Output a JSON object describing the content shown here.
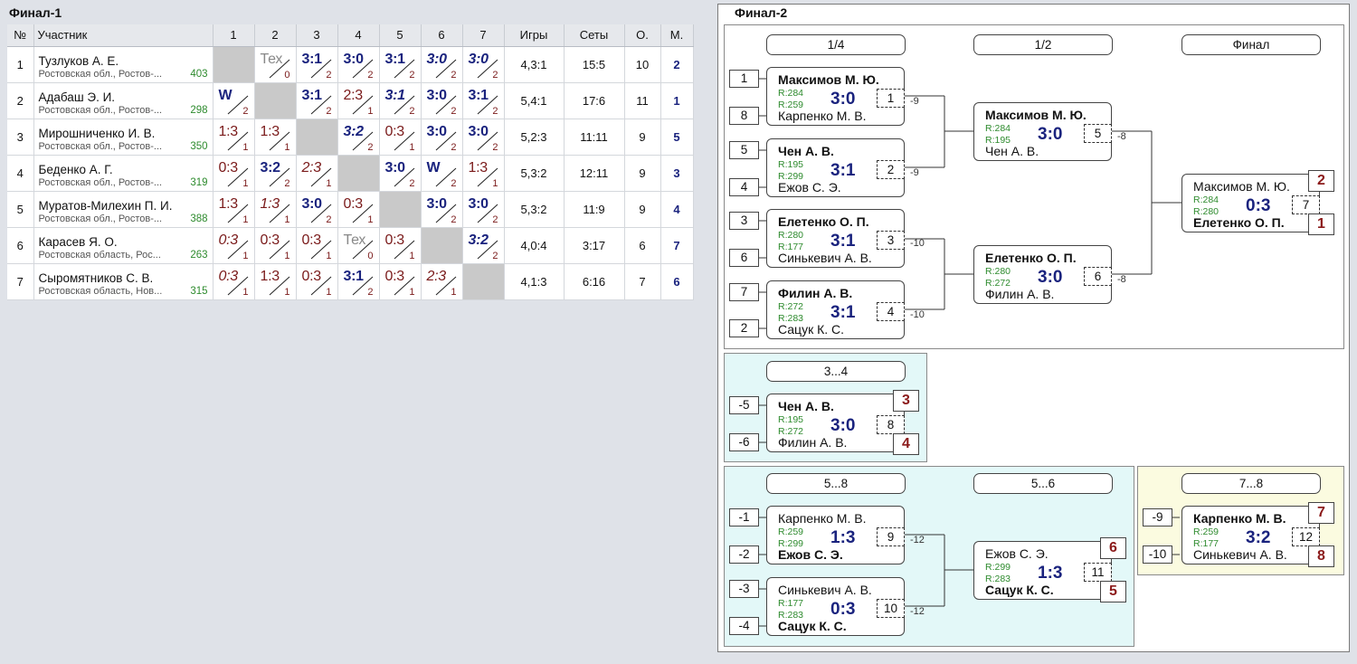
{
  "final1": {
    "title": "Финал-1",
    "headers": [
      "№",
      "Участник",
      "1",
      "2",
      "3",
      "4",
      "5",
      "6",
      "7",
      "Игры",
      "Сеты",
      "О.",
      "М."
    ],
    "rows": [
      {
        "num": "1",
        "name": "Тузлуков А. Е.",
        "region": "Ростовская обл., Ростов-...",
        "rating": "403",
        "cells": [
          null,
          {
            "s": "Тех",
            "p": "0",
            "t": "tech"
          },
          {
            "s": "3:1",
            "p": "2",
            "t": "win"
          },
          {
            "s": "3:0",
            "p": "2",
            "t": "win"
          },
          {
            "s": "3:1",
            "p": "2",
            "t": "win"
          },
          {
            "s": "3:0",
            "p": "2",
            "t": "win it"
          },
          {
            "s": "3:0",
            "p": "2",
            "t": "win it"
          }
        ],
        "games": "4,3:1",
        "sets": "15:5",
        "points": "10",
        "place": "2"
      },
      {
        "num": "2",
        "name": "Адабаш Э. И.",
        "region": "Ростовская обл., Ростов-...",
        "rating": "298",
        "cells": [
          {
            "s": "W",
            "p": "2",
            "t": "win"
          },
          null,
          {
            "s": "3:1",
            "p": "2",
            "t": "win"
          },
          {
            "s": "2:3",
            "p": "1",
            "t": "loss"
          },
          {
            "s": "3:1",
            "p": "2",
            "t": "win it"
          },
          {
            "s": "3:0",
            "p": "2",
            "t": "win"
          },
          {
            "s": "3:1",
            "p": "2",
            "t": "win"
          }
        ],
        "games": "5,4:1",
        "sets": "17:6",
        "points": "11",
        "place": "1"
      },
      {
        "num": "3",
        "name": "Мирошниченко И. В.",
        "region": "Ростовская обл., Ростов-...",
        "rating": "350",
        "cells": [
          {
            "s": "1:3",
            "p": "1",
            "t": "loss"
          },
          {
            "s": "1:3",
            "p": "1",
            "t": "loss"
          },
          null,
          {
            "s": "3:2",
            "p": "2",
            "t": "win it"
          },
          {
            "s": "0:3",
            "p": "1",
            "t": "loss"
          },
          {
            "s": "3:0",
            "p": "2",
            "t": "win"
          },
          {
            "s": "3:0",
            "p": "2",
            "t": "win"
          }
        ],
        "games": "5,2:3",
        "sets": "11:11",
        "points": "9",
        "place": "5"
      },
      {
        "num": "4",
        "name": "Беденко А. Г.",
        "region": "Ростовская обл., Ростов-...",
        "rating": "319",
        "cells": [
          {
            "s": "0:3",
            "p": "1",
            "t": "loss"
          },
          {
            "s": "3:2",
            "p": "2",
            "t": "win"
          },
          {
            "s": "2:3",
            "p": "1",
            "t": "loss it"
          },
          null,
          {
            "s": "3:0",
            "p": "2",
            "t": "win"
          },
          {
            "s": "W",
            "p": "2",
            "t": "win"
          },
          {
            "s": "1:3",
            "p": "1",
            "t": "loss"
          }
        ],
        "games": "5,3:2",
        "sets": "12:11",
        "points": "9",
        "place": "3"
      },
      {
        "num": "5",
        "name": "Муратов-Милехин П. И.",
        "region": "Ростовская обл., Ростов-...",
        "rating": "388",
        "cells": [
          {
            "s": "1:3",
            "p": "1",
            "t": "loss"
          },
          {
            "s": "1:3",
            "p": "1",
            "t": "loss it"
          },
          {
            "s": "3:0",
            "p": "2",
            "t": "win"
          },
          {
            "s": "0:3",
            "p": "1",
            "t": "loss"
          },
          null,
          {
            "s": "3:0",
            "p": "2",
            "t": "win"
          },
          {
            "s": "3:0",
            "p": "2",
            "t": "win"
          }
        ],
        "games": "5,3:2",
        "sets": "11:9",
        "points": "9",
        "place": "4"
      },
      {
        "num": "6",
        "name": "Карасев Я. О.",
        "region": "Ростовская область, Рос...",
        "rating": "263",
        "cells": [
          {
            "s": "0:3",
            "p": "1",
            "t": "loss it"
          },
          {
            "s": "0:3",
            "p": "1",
            "t": "loss"
          },
          {
            "s": "0:3",
            "p": "1",
            "t": "loss"
          },
          {
            "s": "Тех",
            "p": "0",
            "t": "tech"
          },
          {
            "s": "0:3",
            "p": "1",
            "t": "loss"
          },
          null,
          {
            "s": "3:2",
            "p": "2",
            "t": "win it"
          }
        ],
        "games": "4,0:4",
        "sets": "3:17",
        "points": "6",
        "place": "7"
      },
      {
        "num": "7",
        "name": "Сыромятников С. В.",
        "region": "Ростовская область, Нов...",
        "rating": "315",
        "cells": [
          {
            "s": "0:3",
            "p": "1",
            "t": "loss it"
          },
          {
            "s": "1:3",
            "p": "1",
            "t": "loss"
          },
          {
            "s": "0:3",
            "p": "1",
            "t": "loss"
          },
          {
            "s": "3:1",
            "p": "2",
            "t": "win"
          },
          {
            "s": "0:3",
            "p": "1",
            "t": "loss"
          },
          {
            "s": "2:3",
            "p": "1",
            "t": "loss it"
          },
          null
        ],
        "games": "4,1:3",
        "sets": "6:16",
        "points": "7",
        "place": "6"
      }
    ]
  },
  "final2": {
    "title": "Финал-2",
    "headers": {
      "q": "1/4",
      "s": "1/2",
      "f": "Финал",
      "b34": "3...4",
      "b58": "5...8",
      "b56": "5...6",
      "b78": "7...8"
    },
    "seeds": [
      "1",
      "8",
      "5",
      "4",
      "3",
      "6",
      "7",
      "2",
      "-5",
      "-6",
      "-1",
      "-2",
      "-3",
      "-4",
      "-9",
      "-10"
    ],
    "matches": [
      {
        "p1": "Максимов М. Ю.",
        "r1": "R:284",
        "p2": "Карпенко М. В.",
        "r2": "R:259",
        "score": "3:0",
        "no": "1",
        "w": 1,
        "lose": "-9"
      },
      {
        "p1": "Чен А. В.",
        "r1": "R:195",
        "p2": "Ежов С. Э.",
        "r2": "R:299",
        "score": "3:1",
        "no": "2",
        "w": 1,
        "lose": "-9"
      },
      {
        "p1": "Елетенко О. П.",
        "r1": "R:280",
        "p2": "Синькевич А. В.",
        "r2": "R:177",
        "score": "3:1",
        "no": "3",
        "w": 1,
        "lose": "-10"
      },
      {
        "p1": "Филин А. В.",
        "r1": "R:272",
        "p2": "Сацук К. С.",
        "r2": "R:283",
        "score": "3:1",
        "no": "4",
        "w": 1,
        "lose": "-10"
      },
      {
        "p1": "Максимов М. Ю.",
        "r1": "R:284",
        "p2": "Чен А. В.",
        "r2": "R:195",
        "score": "3:0",
        "no": "5",
        "w": 1,
        "lose": "-8"
      },
      {
        "p1": "Елетенко О. П.",
        "r1": "R:280",
        "p2": "Филин А. В.",
        "r2": "R:272",
        "score": "3:0",
        "no": "6",
        "w": 1,
        "lose": "-8"
      },
      {
        "p1": "Максимов М. Ю.",
        "r1": "R:284",
        "p2": "Елетенко О. П.",
        "r2": "R:280",
        "score": "0:3",
        "no": "7",
        "w": 2,
        "pl1": "2",
        "pl2": "1"
      },
      {
        "p1": "Чен А. В.",
        "r1": "R:195",
        "p2": "Филин А. В.",
        "r2": "R:272",
        "score": "3:0",
        "no": "8",
        "w": 1,
        "pl1": "3",
        "pl2": "4"
      },
      {
        "p1": "Карпенко М. В.",
        "r1": "R:259",
        "p2": "Ежов С. Э.",
        "r2": "R:299",
        "score": "1:3",
        "no": "9",
        "w": 2,
        "lose": "-12"
      },
      {
        "p1": "Синькевич А. В.",
        "r1": "R:177",
        "p2": "Сацук К. С.",
        "r2": "R:283",
        "score": "0:3",
        "no": "10",
        "w": 2,
        "lose": "-12"
      },
      {
        "p1": "Ежов С. Э.",
        "r1": "R:299",
        "p2": "Сацук К. С.",
        "r2": "R:283",
        "score": "1:3",
        "no": "11",
        "w": 2,
        "pl1": "6",
        "pl2": "5"
      },
      {
        "p1": "Карпенко М. В.",
        "r1": "R:259",
        "p2": "Синькевич А. В.",
        "r2": "R:177",
        "score": "3:2",
        "no": "12",
        "w": 1,
        "pl1": "7",
        "pl2": "8"
      }
    ]
  }
}
